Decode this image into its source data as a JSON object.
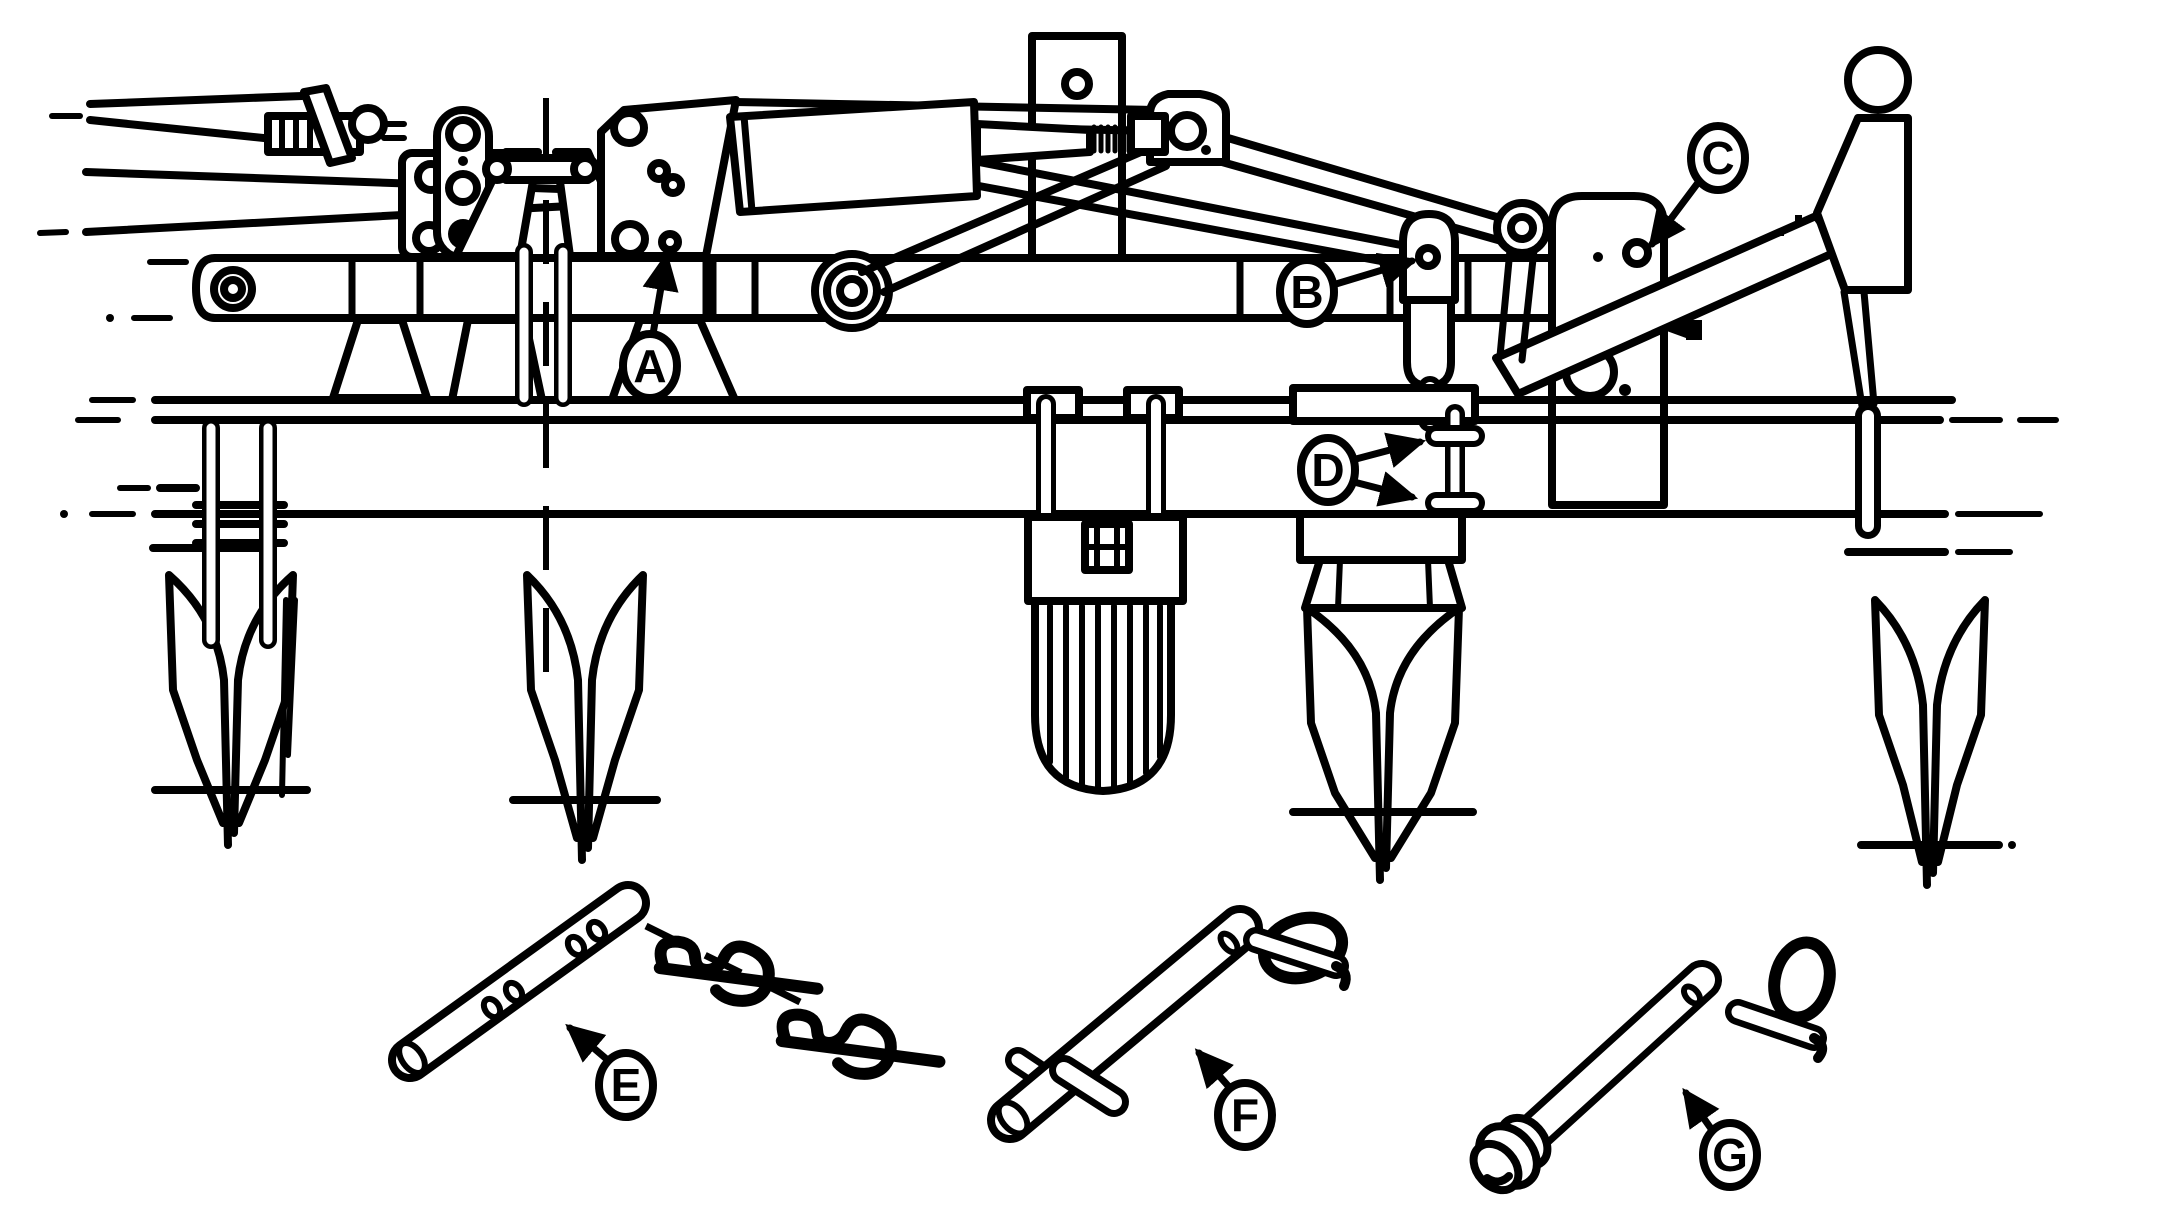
{
  "figure": {
    "type": "parts-line-diagram",
    "background": "#ffffff",
    "line_color": "#000000",
    "callout_shape": "circled-letter"
  },
  "callouts": [
    {
      "id": "A",
      "label": "A"
    },
    {
      "id": "B",
      "label": "B"
    },
    {
      "id": "C",
      "label": "C"
    },
    {
      "id": "D",
      "label": "D"
    },
    {
      "id": "E",
      "label": "E"
    },
    {
      "id": "F",
      "label": "F"
    },
    {
      "id": "G",
      "label": "G"
    }
  ]
}
